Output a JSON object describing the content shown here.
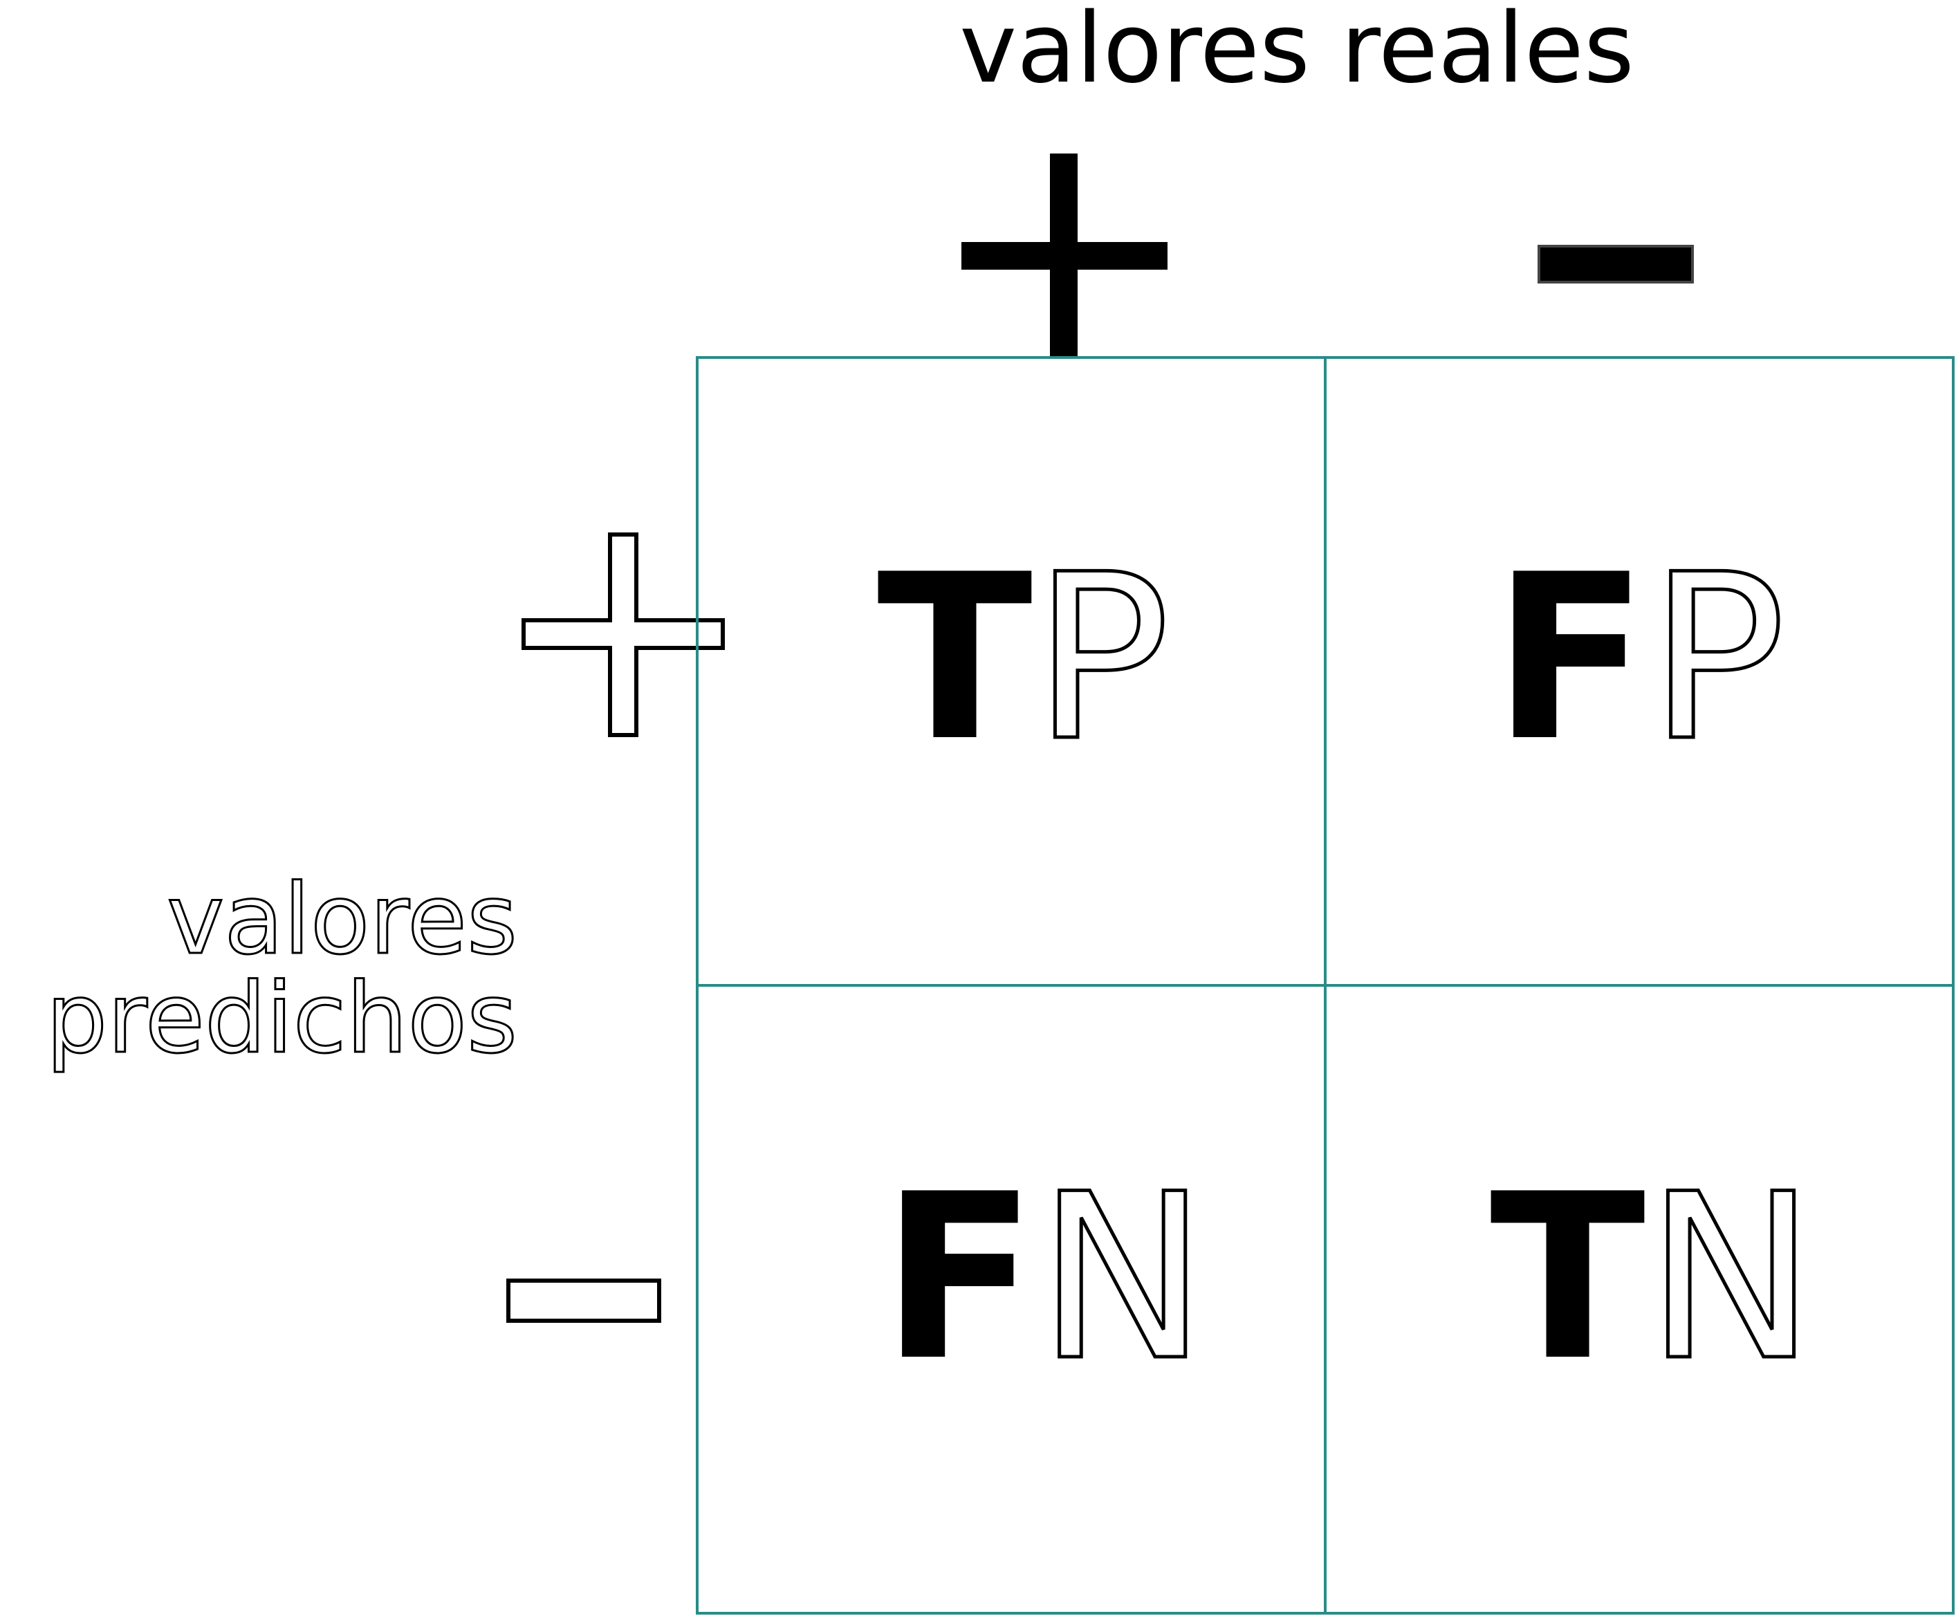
{
  "actual_axis": {
    "title": "valores reales",
    "positive_sign": "+",
    "negative_sign": "−"
  },
  "predicted_axis": {
    "title_line1": "valores",
    "title_line2": "predichos",
    "positive_sign": "+",
    "negative_sign": "−"
  },
  "cells": {
    "tp": {
      "first": "T",
      "second": "P"
    },
    "fp": {
      "first": "F",
      "second": "P"
    },
    "fn": {
      "first": "F",
      "second": "N"
    },
    "tn": {
      "first": "T",
      "second": "N"
    }
  },
  "colors": {
    "grid_line": "#2a8c88",
    "text": "#000000",
    "outline_fill": "#ffffff"
  }
}
